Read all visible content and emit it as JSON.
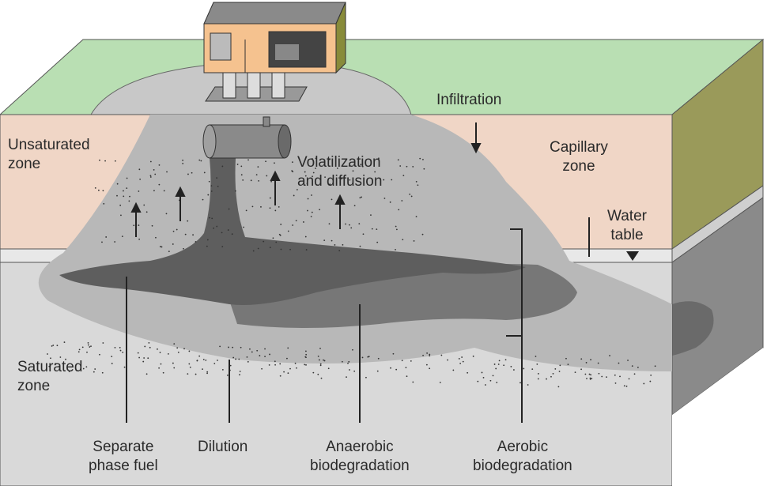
{
  "labels": {
    "infiltration": "Infiltration",
    "unsaturated_zone": [
      "Unsaturated",
      "zone"
    ],
    "capillary_zone": [
      "Capillary",
      "zone"
    ],
    "volatilization": [
      "Volatilization",
      "and diffusion"
    ],
    "water_table": [
      "Water",
      "table"
    ],
    "saturated_zone": [
      "Saturated",
      "zone"
    ],
    "separate_phase_fuel": [
      "Separate",
      "phase fuel"
    ],
    "dilution": "Dilution",
    "anaerobic": [
      "Anaerobic",
      "biodegradation"
    ],
    "aerobic": [
      "Aerobic",
      "biodegradation"
    ]
  },
  "colors": {
    "ground_top": "#b9dfb3",
    "unsaturated": "#f0d6c6",
    "saturated": "#d9d9d9",
    "plume_light": "#b8b8b8",
    "plume_mid": "#777777",
    "plume_dark": "#5e5e5e",
    "side_olive": "#9a9a5a",
    "side_grey": "#8a8a8a"
  }
}
